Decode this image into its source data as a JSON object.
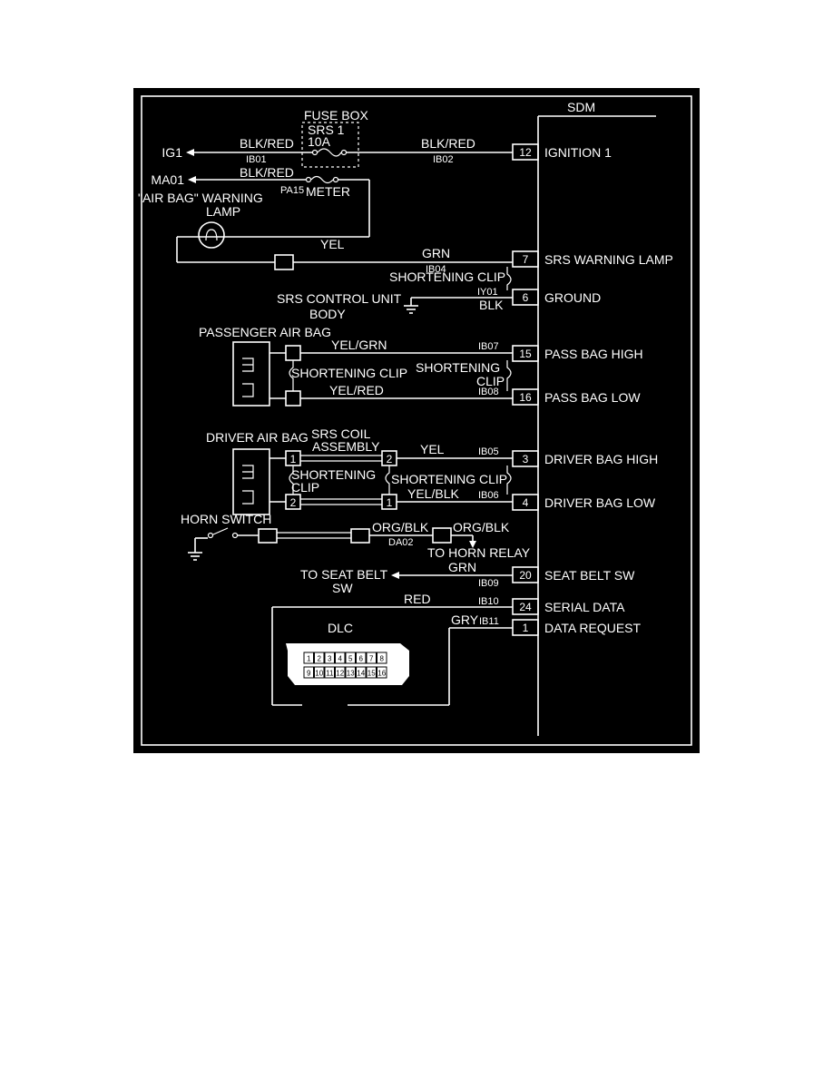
{
  "sdm": {
    "title": "SDM"
  },
  "fuse": {
    "box_label": "FUSE BOX",
    "name": "SRS 1",
    "rating": "10A"
  },
  "ig1": {
    "label": "IG1",
    "wire_color": "BLK/RED",
    "wire_id": "IB01",
    "wire2_color": "BLK/RED",
    "wire2_id": "IB02"
  },
  "meter": {
    "connector": "MA01",
    "wire_color": "BLK/RED",
    "splice": "PA15",
    "label": "METER",
    "lamp_label_1": "\"AIR BAG\" WARNING",
    "lamp_label_2": "LAMP",
    "lamp_wire": "YEL"
  },
  "warning": {
    "wire_color": "GRN",
    "wire_id": "IB04",
    "clip": "SHORTENING CLIP",
    "ground_wire_id": "IY01",
    "ground_color": "BLK"
  },
  "control_unit": {
    "line1": "SRS CONTROL UNIT",
    "line2": "BODY"
  },
  "passenger": {
    "label": "PASSENGER AIR BAG",
    "high_color": "YEL/GRN",
    "high_id": "IB07",
    "low_color": "YEL/RED",
    "low_id": "IB08",
    "clip_left": "SHORTENING CLIP",
    "clip_right_1": "SHORTENING",
    "clip_right_2": "CLIP"
  },
  "driver": {
    "label": "DRIVER AIR BAG",
    "coil_1": "SRS COIL",
    "coil_2": "ASSEMBLY",
    "high_color": "YEL",
    "high_id": "IB05",
    "low_color": "YEL/BLK",
    "low_id": "IB06",
    "clip_left_1": "SHORTENING",
    "clip_left_2": "CLIP",
    "clip_right": "SHORTENING CLIP",
    "term_a": "1",
    "term_b": "2",
    "term_c": "2",
    "term_d": "1"
  },
  "horn": {
    "label": "HORN SWITCH",
    "wire1": "ORG/BLK",
    "wire1_id": "DA02",
    "wire2": "ORG/BLK",
    "relay": "TO HORN RELAY"
  },
  "seatbelt": {
    "label_1": "TO SEAT BELT",
    "label_2": "SW",
    "wire_color": "GRN",
    "wire_id": "IB09"
  },
  "serial": {
    "wire_color": "RED",
    "wire_id": "IB10"
  },
  "request": {
    "wire_color": "GRY",
    "wire_id": "IB11"
  },
  "dlc": {
    "label": "DLC",
    "top_pins": [
      "1",
      "2",
      "3",
      "4",
      "5",
      "6",
      "7",
      "8"
    ],
    "bottom_pins": [
      "9",
      "10",
      "11",
      "12",
      "13",
      "14",
      "15",
      "16"
    ]
  },
  "pins": [
    {
      "num": "12",
      "label": "IGNITION 1"
    },
    {
      "num": "7",
      "label": "SRS WARNING LAMP"
    },
    {
      "num": "6",
      "label": "GROUND"
    },
    {
      "num": "15",
      "label": "PASS BAG HIGH"
    },
    {
      "num": "16",
      "label": "PASS BAG LOW"
    },
    {
      "num": "3",
      "label": "DRIVER BAG HIGH"
    },
    {
      "num": "4",
      "label": "DRIVER BAG LOW"
    },
    {
      "num": "20",
      "label": "SEAT BELT SW"
    },
    {
      "num": "24",
      "label": "SERIAL DATA"
    },
    {
      "num": "1",
      "label": "DATA REQUEST"
    }
  ]
}
